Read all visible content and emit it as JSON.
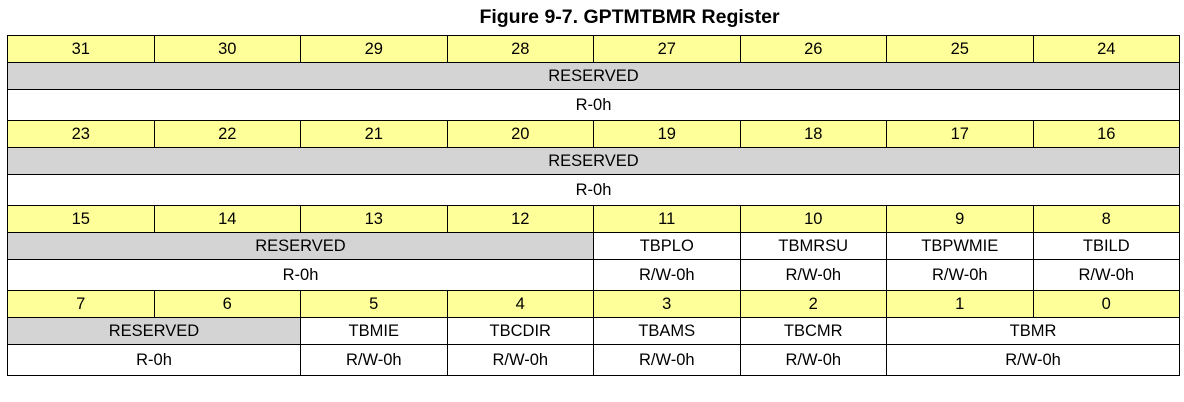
{
  "title": "Figure 9-7. GPTMTBMR Register",
  "rows": [
    {
      "bits": [
        "31",
        "30",
        "29",
        "28",
        "27",
        "26",
        "25",
        "24"
      ],
      "fields": [
        {
          "name": "RESERVED",
          "span": 8,
          "reserved": true
        }
      ],
      "access": [
        {
          "text": "R-0h",
          "span": 8
        }
      ]
    },
    {
      "bits": [
        "23",
        "22",
        "21",
        "20",
        "19",
        "18",
        "17",
        "16"
      ],
      "fields": [
        {
          "name": "RESERVED",
          "span": 8,
          "reserved": true
        }
      ],
      "access": [
        {
          "text": "R-0h",
          "span": 8
        }
      ]
    },
    {
      "bits": [
        "15",
        "14",
        "13",
        "12",
        "11",
        "10",
        "9",
        "8"
      ],
      "fields": [
        {
          "name": "RESERVED",
          "span": 4,
          "reserved": true
        },
        {
          "name": "TBPLO",
          "span": 1,
          "reserved": false
        },
        {
          "name": "TBMRSU",
          "span": 1,
          "reserved": false
        },
        {
          "name": "TBPWMIE",
          "span": 1,
          "reserved": false
        },
        {
          "name": "TBILD",
          "span": 1,
          "reserved": false
        }
      ],
      "access": [
        {
          "text": "R-0h",
          "span": 4
        },
        {
          "text": "R/W-0h",
          "span": 1
        },
        {
          "text": "R/W-0h",
          "span": 1
        },
        {
          "text": "R/W-0h",
          "span": 1
        },
        {
          "text": "R/W-0h",
          "span": 1
        }
      ]
    },
    {
      "bits": [
        "7",
        "6",
        "5",
        "4",
        "3",
        "2",
        "1",
        "0"
      ],
      "fields": [
        {
          "name": "RESERVED",
          "span": 2,
          "reserved": true
        },
        {
          "name": "TBMIE",
          "span": 1,
          "reserved": false
        },
        {
          "name": "TBCDIR",
          "span": 1,
          "reserved": false
        },
        {
          "name": "TBAMS",
          "span": 1,
          "reserved": false
        },
        {
          "name": "TBCMR",
          "span": 1,
          "reserved": false
        },
        {
          "name": "TBMR",
          "span": 2,
          "reserved": false
        }
      ],
      "access": [
        {
          "text": "R-0h",
          "span": 2
        },
        {
          "text": "R/W-0h",
          "span": 1
        },
        {
          "text": "R/W-0h",
          "span": 1
        },
        {
          "text": "R/W-0h",
          "span": 1
        },
        {
          "text": "R/W-0h",
          "span": 1
        },
        {
          "text": "R/W-0h",
          "span": 2
        }
      ]
    }
  ],
  "colors": {
    "bit_row_bg": "#ffff99",
    "reserved_bg": "#d4d4d4",
    "field_bg": "#ffffff",
    "border": "#000000"
  }
}
